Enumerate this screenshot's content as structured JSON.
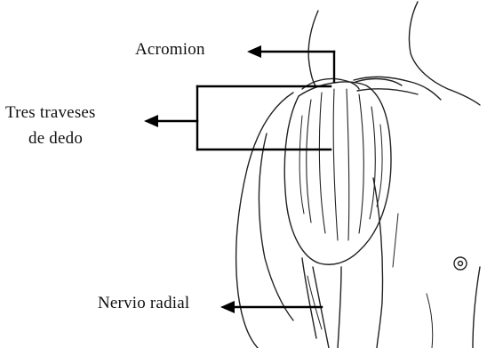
{
  "labels": {
    "acromion": "Acromion",
    "tres_traveses_line1": "Tres traveses",
    "tres_traveses_line2": "de dedo",
    "nervio_radial": "Nervio radial"
  },
  "colors": {
    "ink": "#111111",
    "background": "#ffffff"
  }
}
